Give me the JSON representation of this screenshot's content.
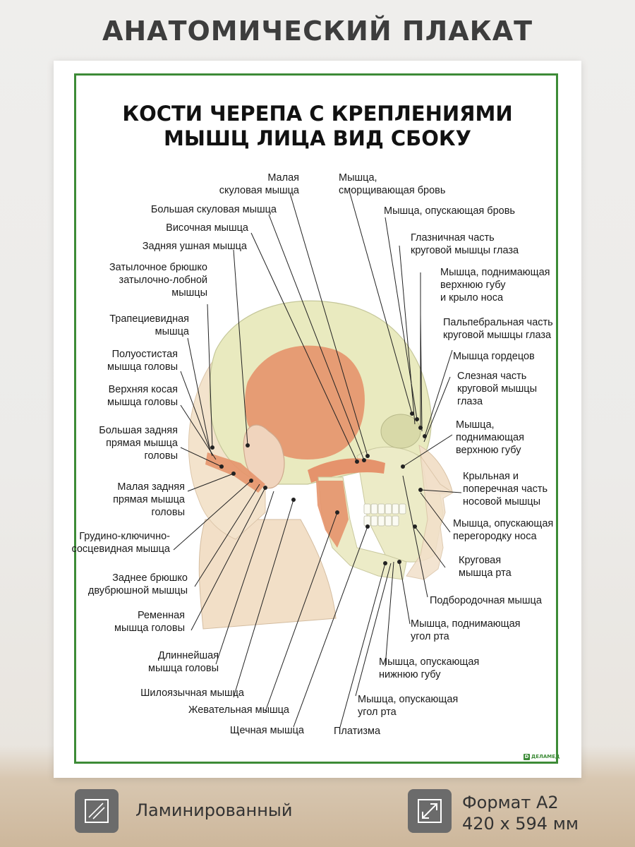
{
  "header": {
    "title": "АНАТОМИЧЕСКИЙ ПЛАКАТ"
  },
  "poster": {
    "title_line1": "КОСТИ ЧЕРЕПА С КРЕПЛЕНИЯМИ",
    "title_line2": "МЫШЦ ЛИЦА ВИД СБОКУ",
    "brand": "ДЕЛАМЕД",
    "accent_color": "#3d8b37",
    "labels_left": [
      [
        "Малая",
        "скуловая мышца"
      ],
      [
        "Большая скуловая мышца"
      ],
      [
        "Височная мышца"
      ],
      [
        "Задняя ушная мышца"
      ],
      [
        "Затылочное брюшко",
        "затылочно-лобной",
        "мышцы"
      ],
      [
        "Трапециевидная",
        "мышца"
      ],
      [
        "Полуостистая",
        "мышца головы"
      ],
      [
        "Верхняя косая",
        "мышца головы"
      ],
      [
        "Большая задняя",
        "прямая мышца",
        "головы"
      ],
      [
        "Малая задняя",
        "прямая мышца",
        "головы"
      ],
      [
        "Грудино-ключично-",
        "сосцевидная мышца"
      ],
      [
        "Заднее брюшко",
        "двубрюшной мышцы"
      ],
      [
        "Ременная",
        "мышца головы"
      ],
      [
        "Длиннейшая",
        "мышца головы"
      ],
      [
        "Шилоязычная мышца"
      ],
      [
        "Жевательная мышца"
      ],
      [
        "Щечная мышца"
      ]
    ],
    "labels_right": [
      [
        "Мышца,",
        "сморщивающая бровь"
      ],
      [
        "Мышца, опускающая бровь"
      ],
      [
        "Глазничная часть",
        "круговой мышцы глаза"
      ],
      [
        "Мышца, поднимающая",
        "верхнюю губу",
        "и крыло носа"
      ],
      [
        "Пальпебральная часть",
        "круговой мышцы глаза"
      ],
      [
        "Мышца гордецов"
      ],
      [
        "Слезная часть",
        "круговой мышцы",
        "глаза"
      ],
      [
        "Мышца,",
        "поднимающая",
        "верхнюю губу"
      ],
      [
        "Крыльная и",
        "поперечная часть",
        "носовой мышцы"
      ],
      [
        "Мышца, опускающая",
        "перегородку носа"
      ],
      [
        "Круговая",
        "мышца рта"
      ],
      [
        "Подбородочная мышца"
      ],
      [
        "Мышца, поднимающая",
        "угол рта"
      ],
      [
        "Мышца, опускающая",
        "нижнюю губу"
      ],
      [
        "Мышца, опускающая",
        "угол рта"
      ],
      [
        "Платизма"
      ]
    ]
  },
  "badges": {
    "laminated": "Ламинированный",
    "format_line1": "Формат А2",
    "format_line2": "420 х 594 мм",
    "laminated_icon": "laminate-icon",
    "format_icon": "resize-arrows-icon"
  }
}
